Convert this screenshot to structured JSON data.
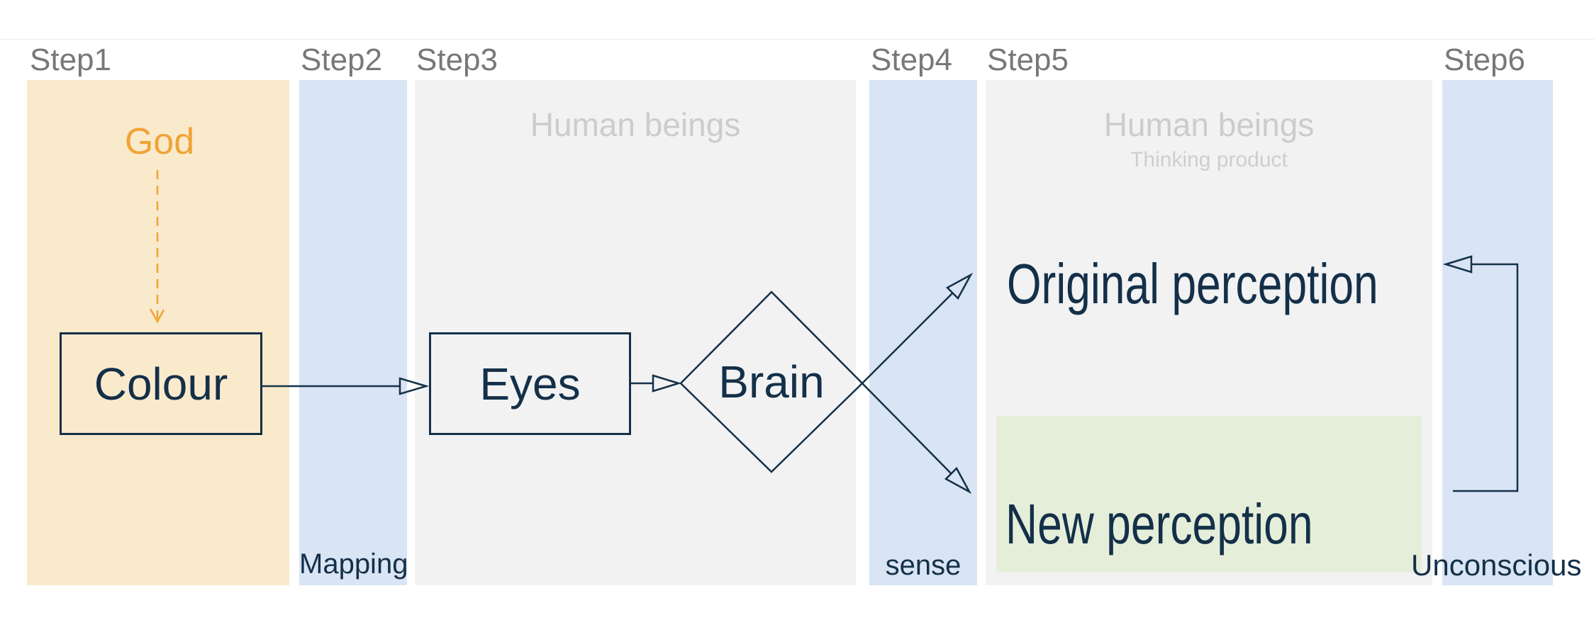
{
  "steps": [
    {
      "label": "Step1"
    },
    {
      "label": "Step2"
    },
    {
      "label": "Step3"
    },
    {
      "label": "Step4"
    },
    {
      "label": "Step5"
    },
    {
      "label": "Step6"
    }
  ],
  "source": {
    "god_label": "God",
    "colour_label": "Colour"
  },
  "human": {
    "eyes_label": "Eyes",
    "brain_label": "Brain"
  },
  "perception": {
    "original_label": "Original perception",
    "new_label": "New perception"
  },
  "watermarks": {
    "step3_title": "Human beings",
    "step5_title": "Human beings",
    "step5_subtitle": "Thinking product"
  },
  "flow_labels": {
    "mapping": "Mapping",
    "sense": "sense",
    "unconscious": "Unconscious"
  },
  "colors": {
    "source_panel_orange": "#faeacc",
    "connector_column_blue": "#d9e4f4",
    "human_panel_gray": "#f2f2f3",
    "new_perception_green": "#e5eed9",
    "ink_navy": "#143049",
    "accent_orange": "#f1a336",
    "step_label_gray": "#76787a",
    "watermark_gray": "#cbcccd"
  }
}
